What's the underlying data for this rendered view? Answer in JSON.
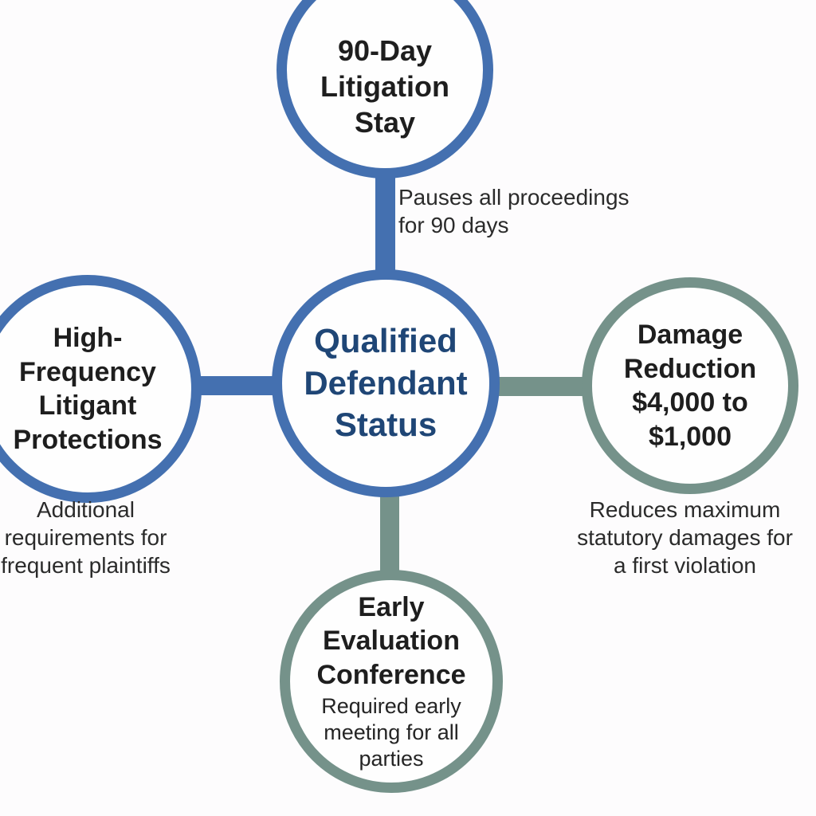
{
  "diagram": {
    "title": "Qualified Defendant Status diagram",
    "colors": {
      "blue_accent": "#4470b0",
      "green_accent": "#75928a",
      "center_text": "#1f4676",
      "node_text": "#1e1e1e",
      "caption_text": "#2b2b2b",
      "background": "#fdfcfd"
    },
    "center": {
      "label": "Qualified\nDefendant\nStatus"
    },
    "nodes": {
      "top": {
        "label": "90-Day\nLitigation\nStay",
        "caption": "Pauses all proceedings\nfor 90 days"
      },
      "left": {
        "label": "High-\nFrequency\nLitigant\nProtections",
        "caption": "Additional\nrequirements for\nfrequent plaintiffs"
      },
      "right": {
        "label": "Damage\nReduction\n$4,000 to\n$1,000",
        "caption": "Reduces maximum\nstatutory damages for\na first violation"
      },
      "bottom": {
        "label": "Early\nEvaluation\nConference",
        "sublabel": "Required early\nmeeting for all\nparties"
      }
    }
  }
}
